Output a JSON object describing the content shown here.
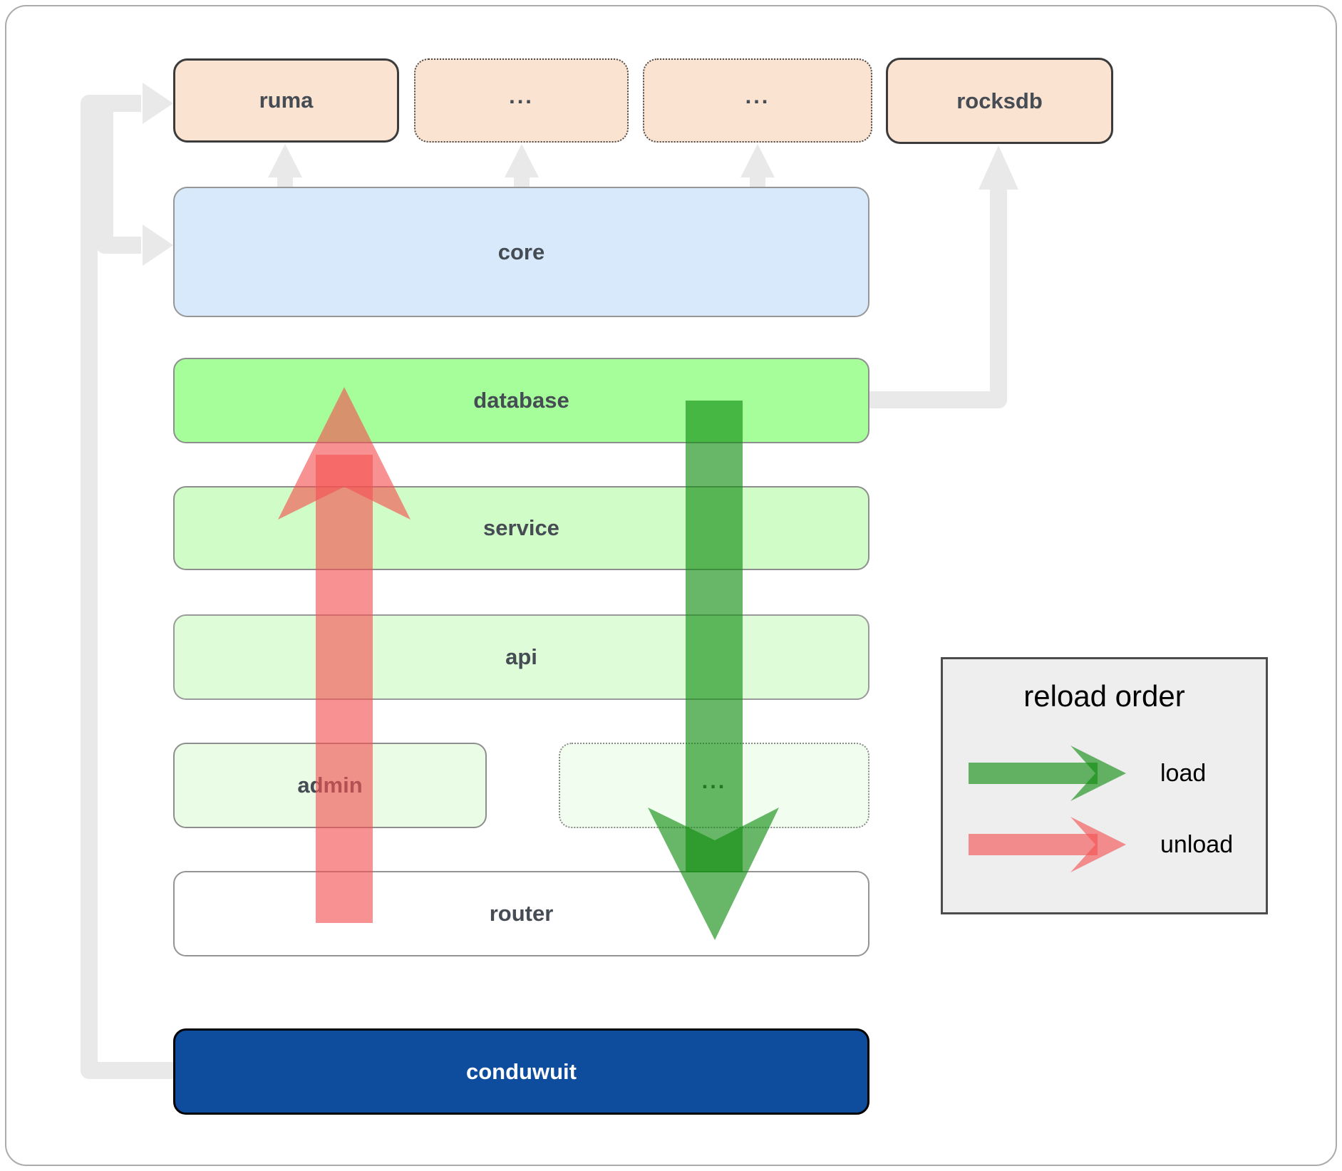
{
  "boxes": {
    "ruma": "ruma",
    "dots_a": "...",
    "dots_b": "...",
    "rocksdb": "rocksdb",
    "core": "core",
    "database": "database",
    "service": "service",
    "api": "api",
    "admin": "admin",
    "dots_c": "...",
    "router": "router",
    "conduwuit": "conduwuit"
  },
  "legend": {
    "title": "reload order",
    "load_label": "load",
    "unload_label": "unload"
  },
  "flows": [
    {
      "name": "load",
      "direction": "down",
      "from": "database",
      "to": "router",
      "color": "#2e9a2e"
    },
    {
      "name": "unload",
      "direction": "up",
      "from": "router",
      "to": "database",
      "color": "#f45252"
    }
  ],
  "colors": {
    "crate_peach": "#fbe3d2",
    "core_blue": "#d7e9fb",
    "database_green": "#a6fe9b",
    "service_green": "#d0fcc7",
    "api_green": "#dffcd9",
    "admin_green": "#eafce6",
    "dots_green": "#f1fdee",
    "router_white": "#ffffff",
    "conduwuit_navy": "#0e4d9d",
    "legend_gray": "#eeeeee",
    "connector_gray": "#e9e9e9",
    "load_green": "#2e9a2e",
    "unload_red": "#f45252"
  }
}
